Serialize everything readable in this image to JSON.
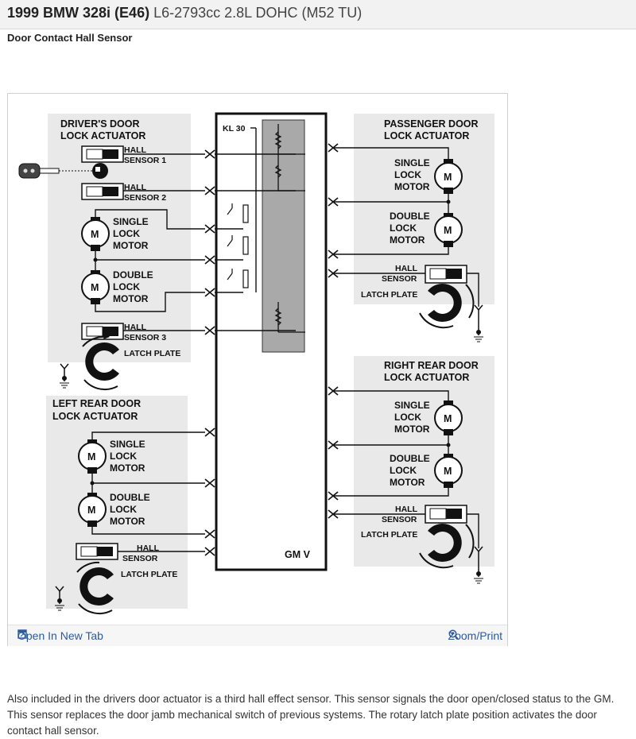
{
  "header": {
    "title_bold": "1999 BMW 328i (E46)",
    "title_rest": "L6-2793cc 2.8L DOHC (M52 TU)"
  },
  "section_title": "Door Contact Hall Sensor",
  "figure": {
    "footer": {
      "open_tab_label": "Open In New Tab",
      "zoom_label": "Zoom/Print"
    },
    "diagram": {
      "gm_label": "GM V",
      "kl30_label": "KL 30",
      "motor_symbol": "M",
      "drivers_door": {
        "title_line1": "DRIVER'S DOOR",
        "title_line2": "LOCK ACTUATOR",
        "hall1_line1": "HALL",
        "hall1_line2": "SENSOR 1",
        "hall2_line1": "HALL",
        "hall2_line2": "SENSOR 2",
        "single_line1": "SINGLE",
        "single_line2": "LOCK",
        "single_line3": "MOTOR",
        "double_line1": "DOUBLE",
        "double_line2": "LOCK",
        "double_line3": "MOTOR",
        "hall3_line1": "HALL",
        "hall3_line2": "SENSOR 3",
        "latch": "LATCH PLATE"
      },
      "left_rear": {
        "title_line1": "LEFT REAR DOOR",
        "title_line2": "LOCK ACTUATOR",
        "single_line1": "SINGLE",
        "single_line2": "LOCK",
        "single_line3": "MOTOR",
        "double_line1": "DOUBLE",
        "double_line2": "LOCK",
        "double_line3": "MOTOR",
        "hall_line1": "HALL",
        "hall_line2": "SENSOR",
        "latch": "LATCH PLATE"
      },
      "passenger_door": {
        "title_line1": "PASSENGER DOOR",
        "title_line2": "LOCK ACTUATOR",
        "single_line1": "SINGLE",
        "single_line2": "LOCK",
        "single_line3": "MOTOR",
        "double_line1": "DOUBLE",
        "double_line2": "LOCK",
        "double_line3": "MOTOR",
        "hall_line1": "HALL",
        "hall_line2": "SENSOR",
        "latch": "LATCH PLATE"
      },
      "right_rear": {
        "title_line1": "RIGHT REAR DOOR",
        "title_line2": "LOCK ACTUATOR",
        "single_line1": "SINGLE",
        "single_line2": "LOCK",
        "single_line3": "MOTOR",
        "double_line1": "DOUBLE",
        "double_line2": "LOCK",
        "double_line3": "MOTOR",
        "hall_line1": "HALL",
        "hall_line2": "SENSOR",
        "latch": "LATCH PLATE"
      }
    }
  },
  "description": "Also included in the drivers door actuator is a third hall effect sensor. This sensor signals the door open/closed status to the GM. This sensor replaces the door jamb mechanical switch of previous systems. The rotary latch plate position activates the door contact hall sensor."
}
